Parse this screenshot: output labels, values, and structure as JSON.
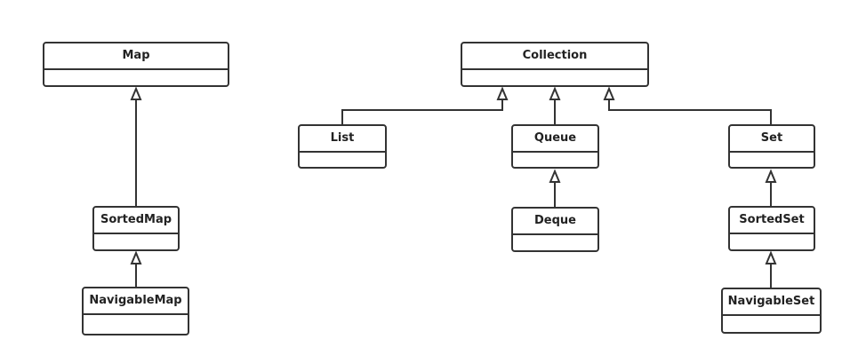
{
  "diagram": {
    "colors": {
      "stroke": "#333333",
      "text": "#222222",
      "background": "#ffffff"
    },
    "classes": {
      "map": "Map",
      "sorted_map": "SortedMap",
      "navigable_map": "NavigableMap",
      "collection": "Collection",
      "list": "List",
      "queue": "Queue",
      "deque": "Deque",
      "set": "Set",
      "sorted_set": "SortedSet",
      "navigable_set": "NavigableSet"
    },
    "relations": [
      {
        "from": "sorted_map",
        "to": "map",
        "type": "generalization"
      },
      {
        "from": "navigable_map",
        "to": "sorted_map",
        "type": "generalization"
      },
      {
        "from": "list",
        "to": "collection",
        "type": "generalization"
      },
      {
        "from": "queue",
        "to": "collection",
        "type": "generalization"
      },
      {
        "from": "set",
        "to": "collection",
        "type": "generalization"
      },
      {
        "from": "deque",
        "to": "queue",
        "type": "generalization"
      },
      {
        "from": "sorted_set",
        "to": "set",
        "type": "generalization"
      },
      {
        "from": "navigable_set",
        "to": "sorted_set",
        "type": "generalization"
      }
    ]
  }
}
